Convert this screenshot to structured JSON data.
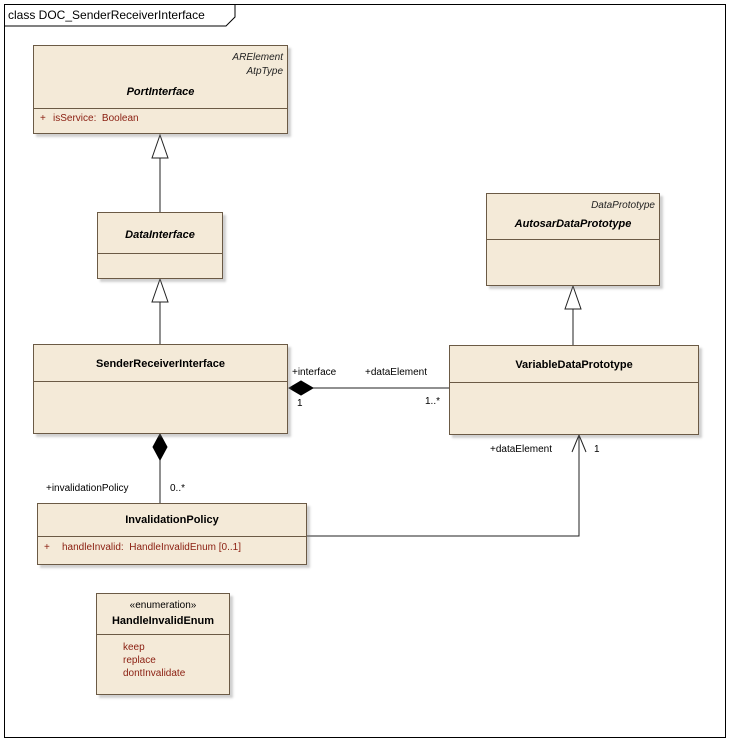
{
  "frame": {
    "title": "class DOC_SenderReceiverInterface"
  },
  "classes": {
    "port_interface": {
      "stereotypes": [
        "ARElement",
        "AtpType"
      ],
      "name": "PortInterface",
      "attribute": {
        "visibility": "+",
        "text": "isService:  Boolean"
      }
    },
    "data_interface": {
      "name": "DataInterface"
    },
    "autosar_data_prototype": {
      "stereotype": "DataPrototype",
      "name": "AutosarDataPrototype"
    },
    "sender_receiver_interface": {
      "name": "SenderReceiverInterface"
    },
    "variable_data_prototype": {
      "name": "VariableDataPrototype"
    },
    "invalidation_policy": {
      "name": "InvalidationPolicy",
      "attribute": {
        "visibility": "+",
        "text": "handleInvalid:  HandleInvalidEnum [0..1]"
      }
    },
    "handle_invalid_enum": {
      "stereotype": "«enumeration»",
      "name": "HandleInvalidEnum",
      "literals": [
        "keep",
        "replace",
        "dontInvalidate"
      ]
    }
  },
  "associations": {
    "sri_vdp": {
      "source_role": "+interface",
      "source_mult": "1",
      "target_role": "+dataElement",
      "target_mult": "1..*"
    },
    "sri_ip": {
      "role": "+invalidationPolicy",
      "mult": "0..*"
    },
    "ip_vdp": {
      "role": "+dataElement",
      "mult": "1"
    }
  }
}
